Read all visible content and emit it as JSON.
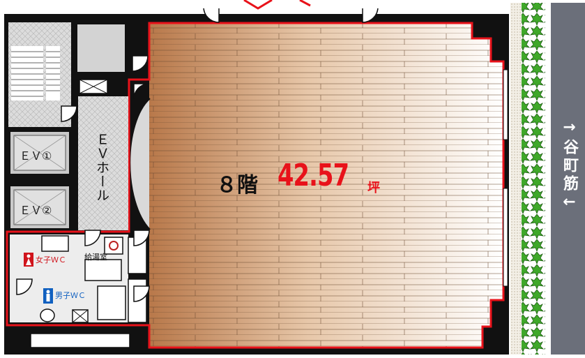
{
  "floor": {
    "title": "８階",
    "area_value": "42.57",
    "area_unit": "坪"
  },
  "rooms": {
    "ev1": "ＥＶ①",
    "ev2": "ＥＶ②",
    "ev_hall": "ＥＶホール",
    "kitchenette": "給湯室",
    "womens_wc": "女子ＷＣ",
    "mens_wc": "男子ＷＣ"
  },
  "street": {
    "name": "→谷町筋←"
  },
  "colors": {
    "boundary": "#e8121a",
    "wall": "#111111",
    "hedge": "#3fa82a",
    "street_band": "#6b6f7a"
  },
  "icons": [
    "door-swing-icon",
    "female-toilet-icon",
    "male-toilet-icon",
    "water-heater-icon"
  ]
}
